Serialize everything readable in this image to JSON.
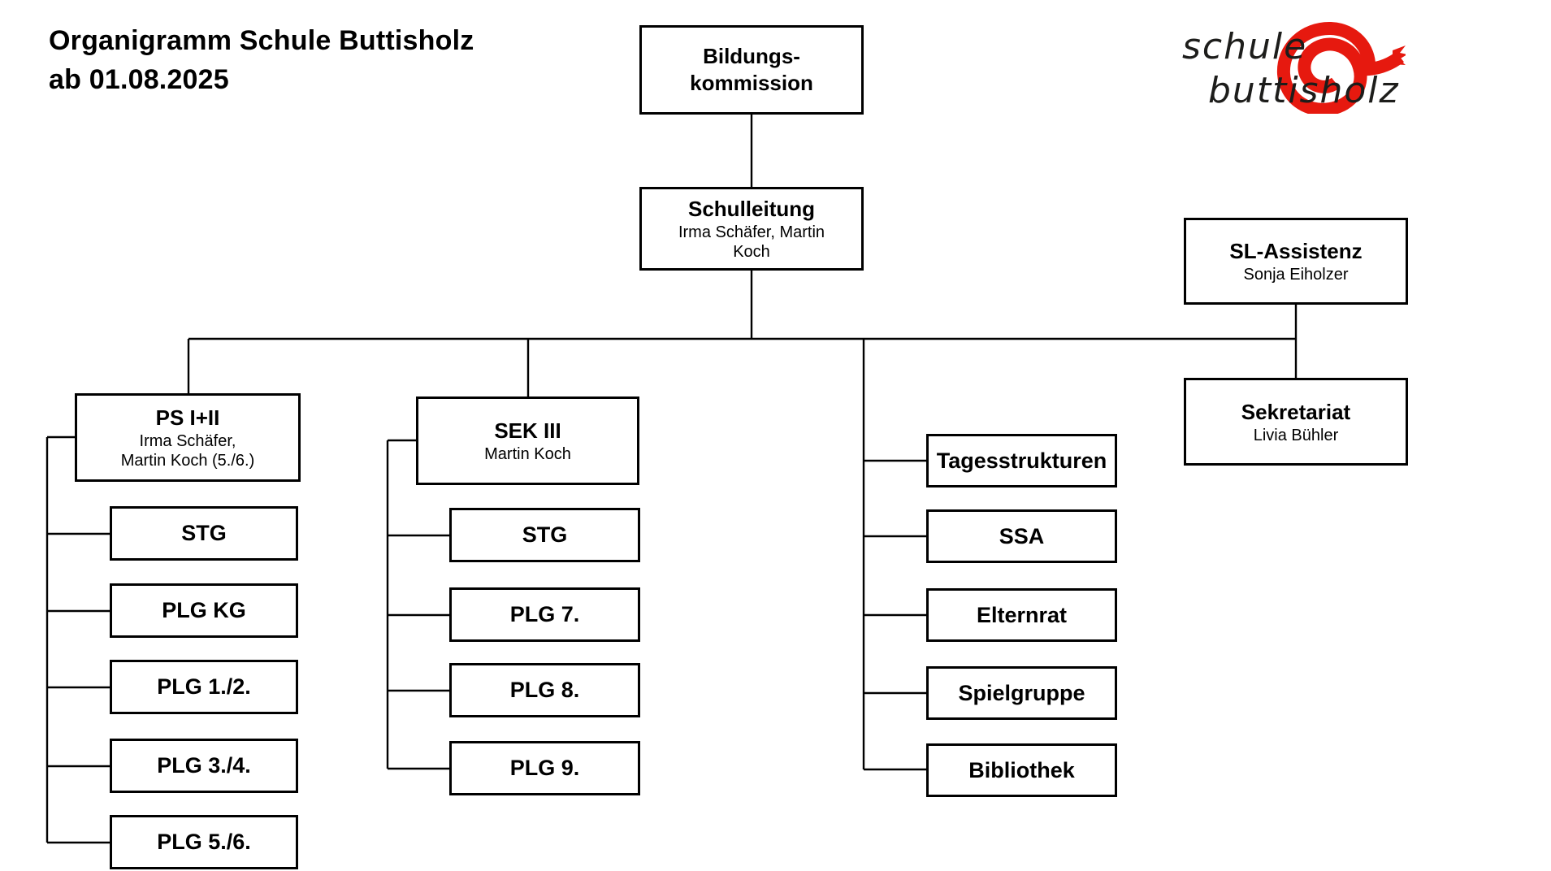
{
  "header": {
    "title_line1": "Organigramm Schule Buttisholz",
    "title_line2": "ab 01.08.2025"
  },
  "logo": {
    "word1": "schule",
    "word2": "buttisholz",
    "swirl_icon": "red-spiral-e",
    "swirl_color": "#e6190f"
  },
  "org": {
    "bildungskommission": {
      "name_line1": "Bildungs-",
      "name_line2": "kommission"
    },
    "schulleitung": {
      "name": "Schulleitung",
      "people_line1": "Irma Schäfer, Martin",
      "people_line2": "Koch"
    },
    "sl_assistenz": {
      "name": "SL-Assistenz",
      "people": "Sonja Eiholzer"
    },
    "sekretariat": {
      "name": "Sekretariat",
      "people": "Livia Bühler"
    },
    "ps": {
      "name": "PS I+II",
      "people_line1": "Irma Schäfer,",
      "people_line2": "Martin Koch (5./6.)",
      "children": [
        "STG",
        "PLG KG",
        "PLG 1./2.",
        "PLG 3./4.",
        "PLG 5./6."
      ]
    },
    "sek": {
      "name": "SEK III",
      "people": "Martin Koch",
      "children": [
        "STG",
        "PLG 7.",
        "PLG 8.",
        "PLG 9."
      ]
    },
    "services": [
      "Tagesstrukturen",
      "SSA",
      "Elternrat",
      "Spielgruppe",
      "Bibliothek"
    ]
  }
}
